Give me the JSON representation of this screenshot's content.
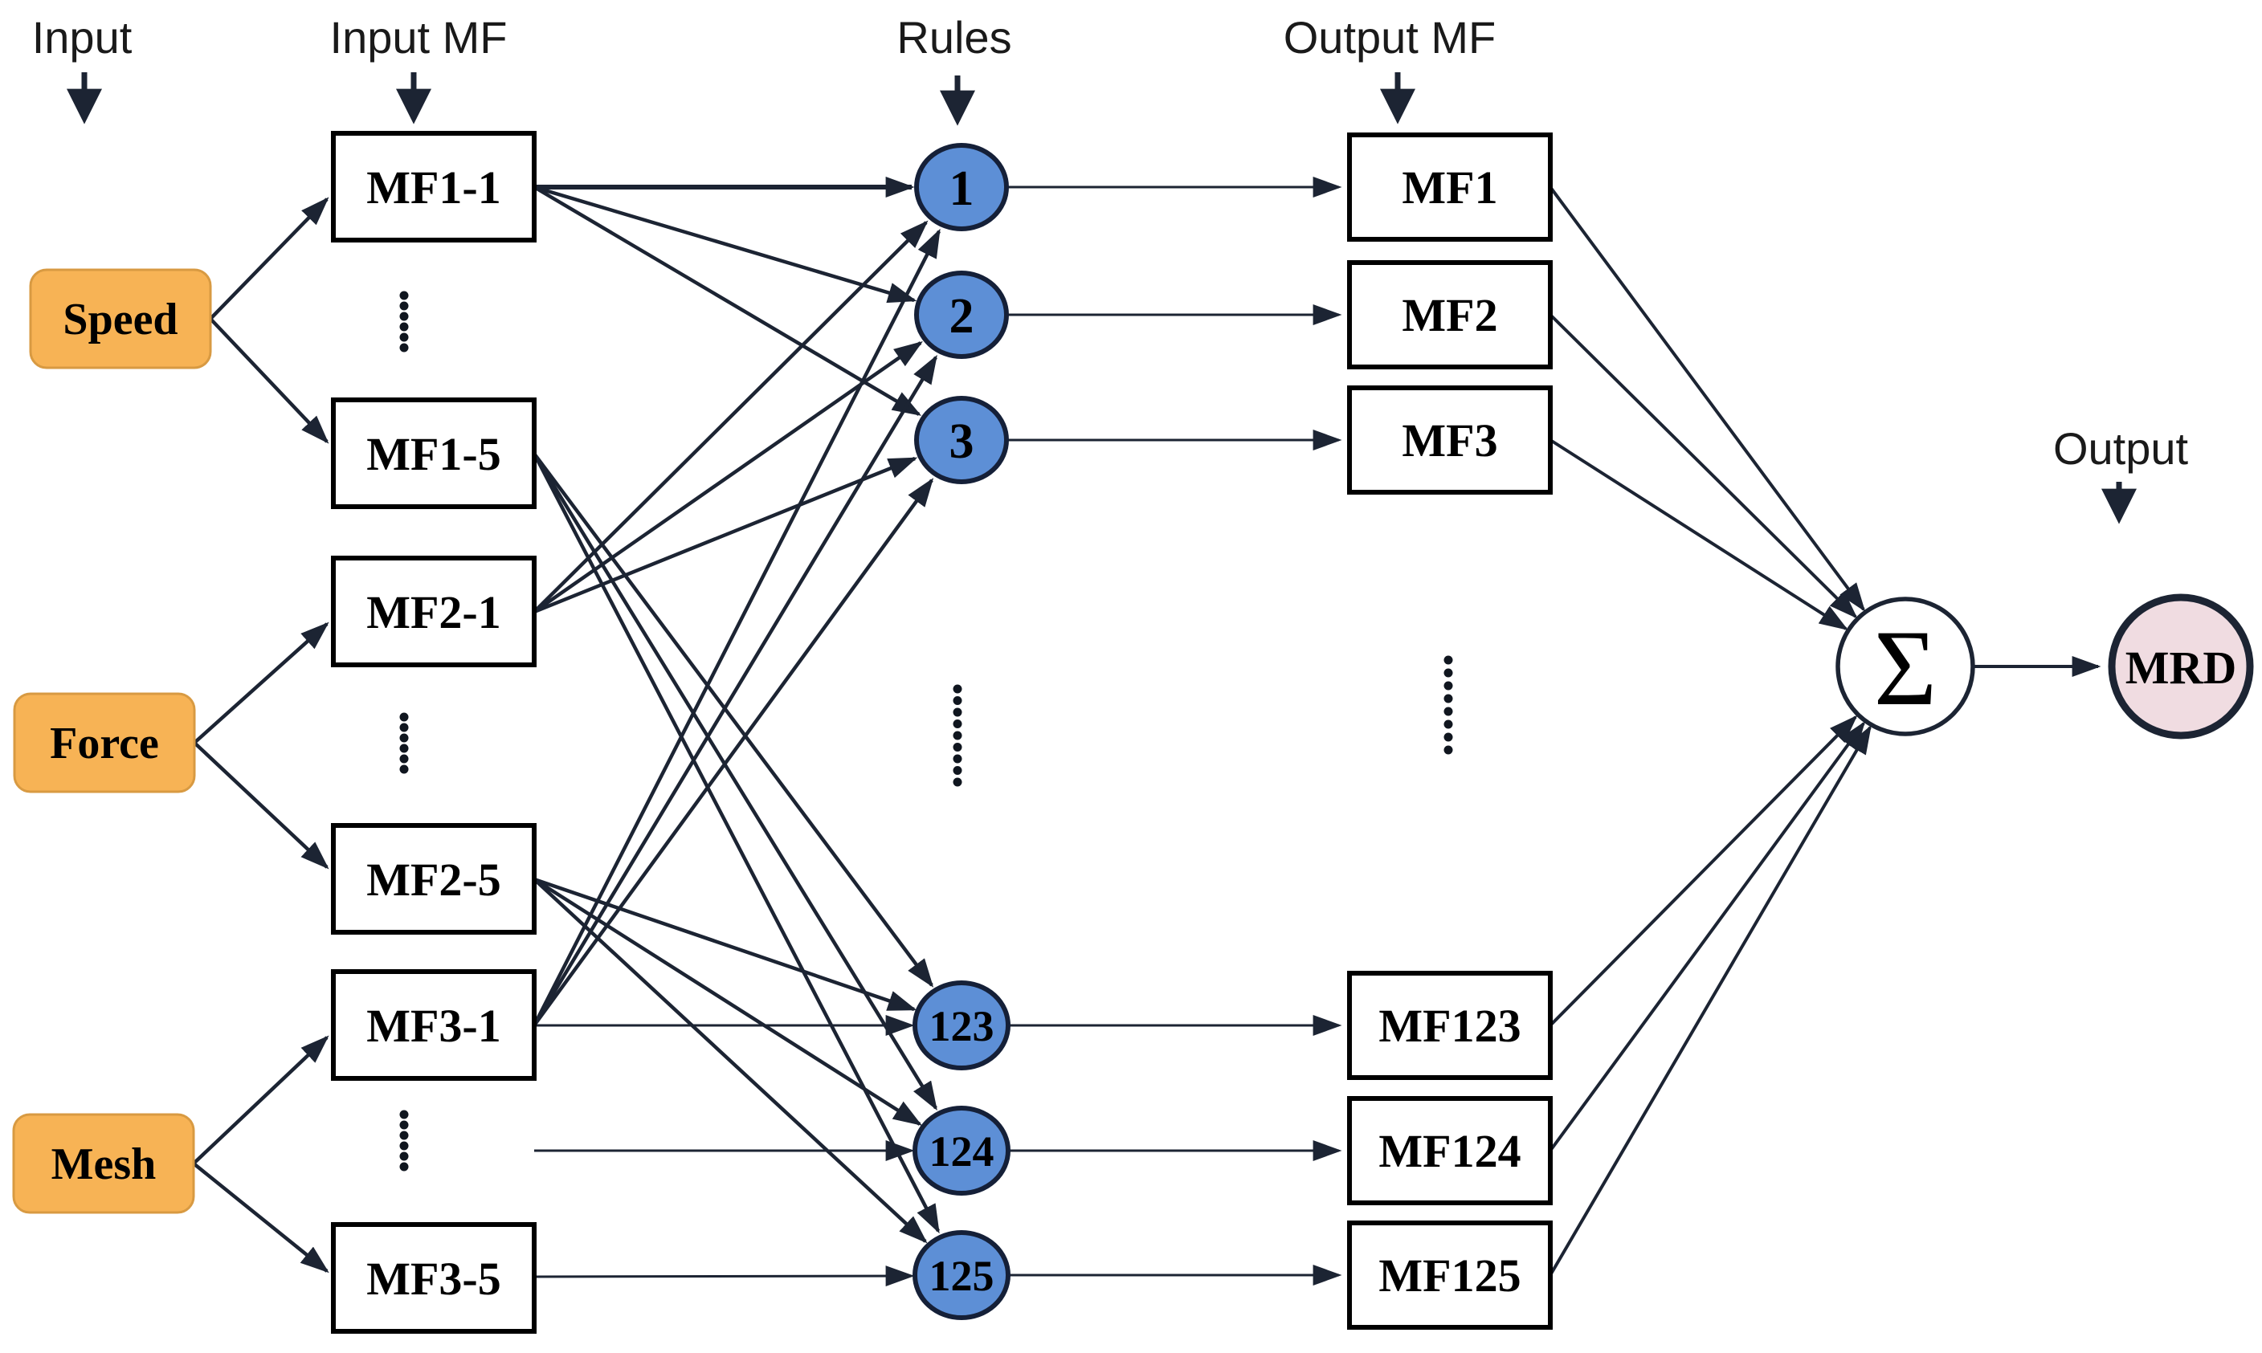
{
  "column_labels": {
    "input": "Input",
    "input_mf": "Input MF",
    "rules": "Rules",
    "output_mf": "Output MF",
    "output": "Output"
  },
  "input_nodes": {
    "speed": "Speed",
    "force": "Force",
    "mesh": "Mesh"
  },
  "input_mf_nodes": {
    "mf1_1": "MF1-1",
    "mf1_5": "MF1-5",
    "mf2_1": "MF2-1",
    "mf2_5": "MF2-5",
    "mf3_1": "MF3-1",
    "mf3_5": "MF3-5"
  },
  "rule_nodes": {
    "r1": "1",
    "r2": "2",
    "r3": "3",
    "r123": "123",
    "r124": "124",
    "r125": "125"
  },
  "output_mf_nodes": {
    "mf1": "MF1",
    "mf2": "MF2",
    "mf3": "MF3",
    "mf123": "MF123",
    "mf124": "MF124",
    "mf125": "MF125"
  },
  "aggregator": {
    "symbol": "Σ"
  },
  "output_node": {
    "label": "MRD"
  },
  "edges": [
    {
      "from": "Speed",
      "to": "MF1-1"
    },
    {
      "from": "Speed",
      "to": "MF1-5"
    },
    {
      "from": "Force",
      "to": "MF2-1"
    },
    {
      "from": "Force",
      "to": "MF2-5"
    },
    {
      "from": "Mesh",
      "to": "MF3-1"
    },
    {
      "from": "Mesh",
      "to": "MF3-5"
    },
    {
      "from": "MF1-1",
      "to": "1"
    },
    {
      "from": "MF1-1",
      "to": "2"
    },
    {
      "from": "MF1-1",
      "to": "3"
    },
    {
      "from": "MF2-1",
      "to": "1"
    },
    {
      "from": "MF2-1",
      "to": "2"
    },
    {
      "from": "MF2-1",
      "to": "3"
    },
    {
      "from": "MF3-1",
      "to": "1"
    },
    {
      "from": "MF3-1",
      "to": "2"
    },
    {
      "from": "MF3-1",
      "to": "3"
    },
    {
      "from": "MF3-1",
      "to": "123"
    },
    {
      "from": "MF1-5",
      "to": "123"
    },
    {
      "from": "MF1-5",
      "to": "124"
    },
    {
      "from": "MF1-5",
      "to": "125"
    },
    {
      "from": "MF2-5",
      "to": "123"
    },
    {
      "from": "MF2-5",
      "to": "124"
    },
    {
      "from": "MF2-5",
      "to": "125"
    },
    {
      "from": "MF3-2..4",
      "to": "124"
    },
    {
      "from": "MF3-5",
      "to": "125"
    },
    {
      "from": "1",
      "to": "MF1"
    },
    {
      "from": "2",
      "to": "MF2"
    },
    {
      "from": "3",
      "to": "MF3"
    },
    {
      "from": "123",
      "to": "MF123"
    },
    {
      "from": "124",
      "to": "MF124"
    },
    {
      "from": "125",
      "to": "MF125"
    },
    {
      "from": "MF1",
      "to": "Σ"
    },
    {
      "from": "MF2",
      "to": "Σ"
    },
    {
      "from": "MF3",
      "to": "Σ"
    },
    {
      "from": "MF123",
      "to": "Σ"
    },
    {
      "from": "MF124",
      "to": "Σ"
    },
    {
      "from": "MF125",
      "to": "Σ"
    },
    {
      "from": "Σ",
      "to": "MRD"
    }
  ],
  "colors": {
    "input_fill": "#F7B355",
    "input_border": "#D89A42",
    "rule_fill": "#5D8FD6",
    "node_border": "#152038",
    "line": "#1C2433",
    "box_border": "#000000",
    "output_node_fill": "#F0DCE1",
    "background": "#FFFFFF"
  }
}
